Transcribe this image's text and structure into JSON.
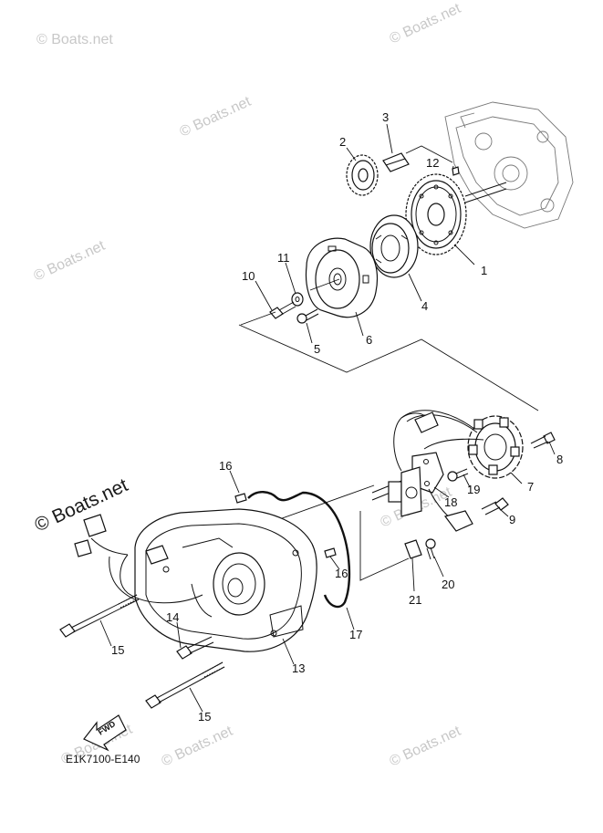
{
  "diagram": {
    "drawing_code": "E1K7100-E140",
    "direction_label": "FWD",
    "watermarks": [
      "© Boats.net",
      "© Boats.net",
      "© Boats.net",
      "© Boats.net",
      "© Boats.net",
      "© Boats.net",
      "© Boats.net",
      "© Boats.net",
      "© Boats.net"
    ],
    "prominent_watermark": "© Boats.net",
    "callouts": [
      "1",
      "2",
      "3",
      "4",
      "5",
      "6",
      "7",
      "8",
      "9",
      "10",
      "11",
      "12",
      "13",
      "14",
      "15",
      "15",
      "16",
      "16",
      "17",
      "18",
      "19",
      "20",
      "21"
    ]
  }
}
